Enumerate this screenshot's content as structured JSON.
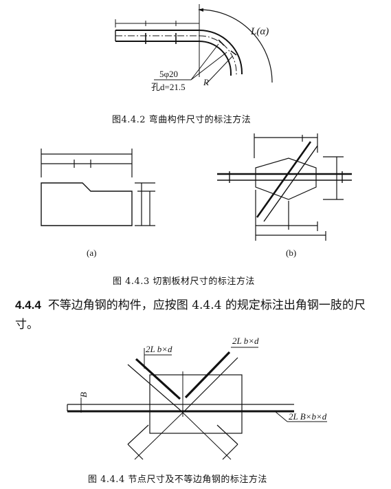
{
  "fig442": {
    "label_L": "L(α)",
    "label_R": "R",
    "label_bolts": "5φ20",
    "label_hole": "孔d=21.5",
    "caption": "图4.4.2   弯曲构件尺寸的标注方法"
  },
  "fig443": {
    "sub_a": "(a)",
    "sub_b": "(b)",
    "caption": "图 4.4.3   切割板材尺寸的标注方法"
  },
  "clause": {
    "number": "4.4.4",
    "text": "不等边角钢的构件，应按图 4.4.4 的规定标注出角钢一肢的尺寸。"
  },
  "fig444": {
    "label_left": "2L b×d",
    "label_right": "2L b×d",
    "label_chord": "2L B×b×d",
    "label_B": "B",
    "caption": "图 4.4.4   节点尺寸及不等边角钢的标注方法"
  }
}
